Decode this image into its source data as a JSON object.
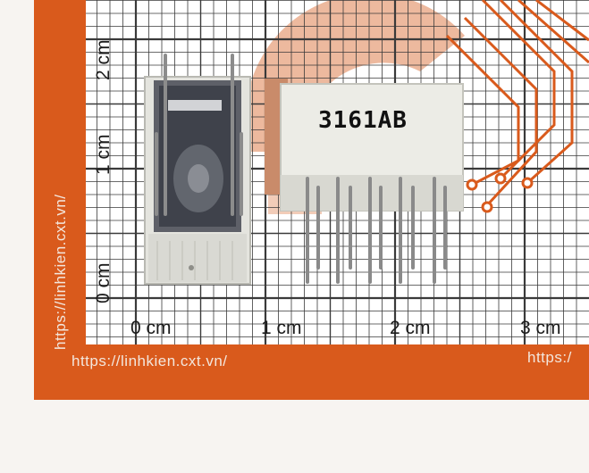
{
  "ruler": {
    "x_labels": [
      "0 cm",
      "1 cm",
      "2 cm",
      "3 cm"
    ],
    "y_labels": [
      "0 cm",
      "1 cm",
      "2 cm"
    ]
  },
  "watermark": {
    "url_bottom": "https://linhkien.cxt.vn/",
    "url_bottom_right": "https:/",
    "url_left": "https://linhkien.cxt.vn/"
  },
  "component": {
    "part_marking": "3161AB"
  },
  "colors": {
    "board_orange": "#d95a1c",
    "grid_line": "#3a3a3a",
    "paper": "#ffffff",
    "package_white": "#e9e9e4"
  }
}
